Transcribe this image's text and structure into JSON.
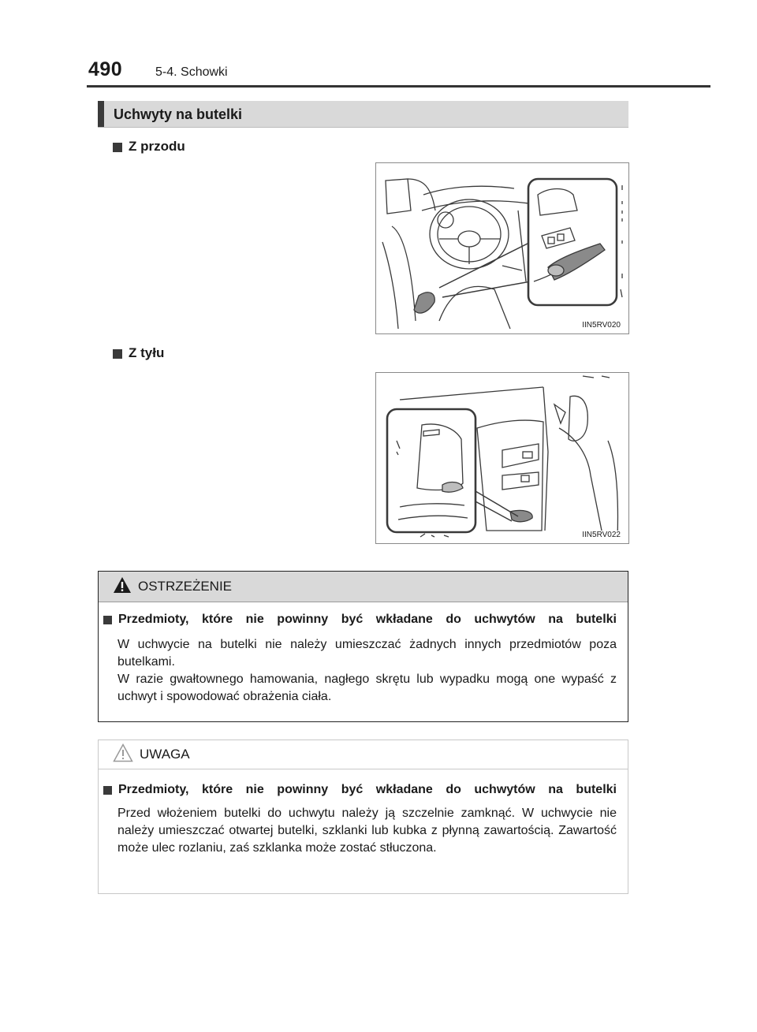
{
  "header": {
    "page_number": "490",
    "section_path": "5-4. Schowki"
  },
  "section": {
    "title": "Uchwyty na butelki"
  },
  "front": {
    "heading": "Z przodu",
    "figure_code": "IIN5RV020"
  },
  "rear": {
    "heading": "Z tyłu",
    "figure_code": "IIN5RV022"
  },
  "warning": {
    "label": "OSTRZEŻENIE",
    "icon": "warning-triangle-filled-icon",
    "heading": "Przedmioty, które nie powinny być wkładane do uchwytów na butelki",
    "paragraphs": [
      "W uchwycie na butelki nie należy umieszczać żadnych innych przedmiotów poza butelkami.",
      "W razie gwałtownego hamowania, nagłego skrętu lub wypadku mogą one wypaść z uchwyt i spowodować obrażenia ciała."
    ]
  },
  "notice": {
    "label": "UWAGA",
    "icon": "caution-triangle-outline-icon",
    "heading": "Przedmioty, które nie powinny być wkładane do uchwytów na butelki",
    "paragraphs": [
      "Przed włożeniem butelki do uchwytu należy ją szczelnie zamknąć. W uchwycie nie należy umieszczać otwartej butelki, szklanki lub kubka z płynną zawartością. Zawartość może ulec rozlaniu, zaś szklanka może zostać stłuczona."
    ]
  }
}
